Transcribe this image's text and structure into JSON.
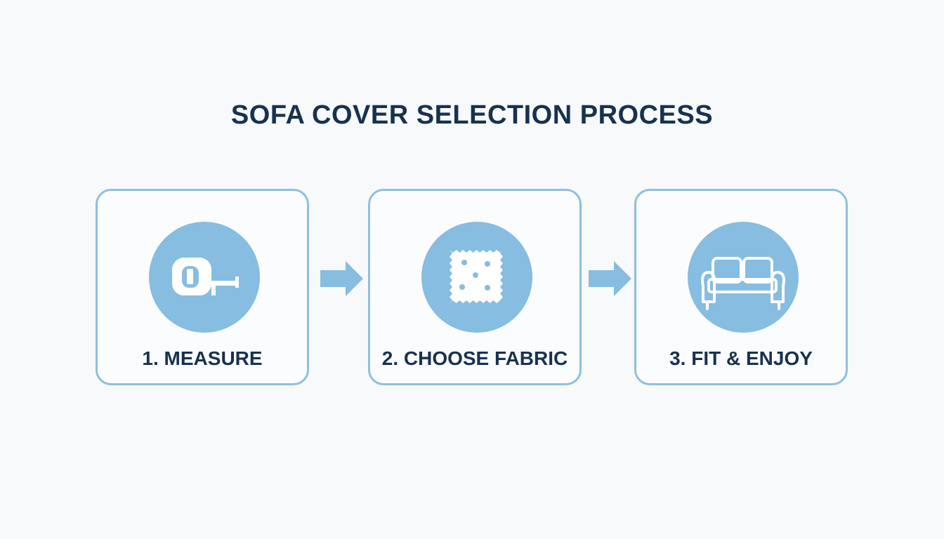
{
  "title": "SOFA COVER SELECTION PROCESS",
  "steps": [
    {
      "label": "1. MEASURE",
      "icon": "tape-measure-icon"
    },
    {
      "label": "2. CHOOSE FABRIC",
      "icon": "fabric-swatch-icon"
    },
    {
      "label": "3. FIT & ENJOY",
      "icon": "sofa-icon"
    }
  ],
  "colors": {
    "title_text": "#17324f",
    "card_border": "#8fbfdf",
    "icon_circle": "#86bde0",
    "arrow": "#86bde0",
    "background": "#f8f9fa"
  }
}
